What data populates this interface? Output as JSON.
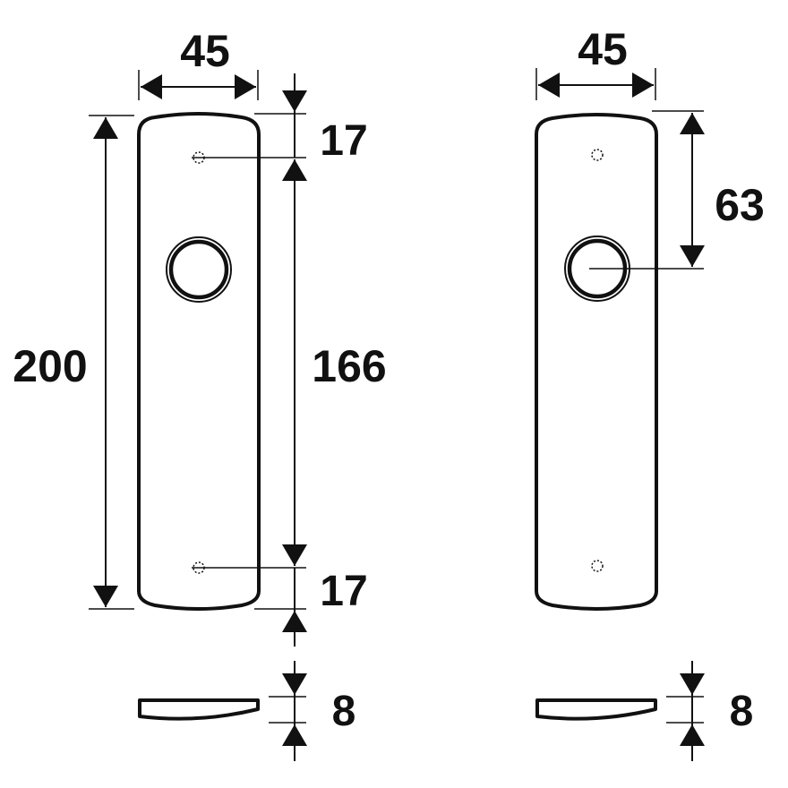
{
  "colors": {
    "stroke": "#111111",
    "background": "#ffffff"
  },
  "left_plate": {
    "width_label": "45",
    "height_label": "200",
    "top_offset_label": "17",
    "hole_spacing_label": "166",
    "bottom_offset_label": "17",
    "thickness_label": "8"
  },
  "right_plate": {
    "width_label": "45",
    "center_offset_label": "63",
    "thickness_label": "8"
  }
}
